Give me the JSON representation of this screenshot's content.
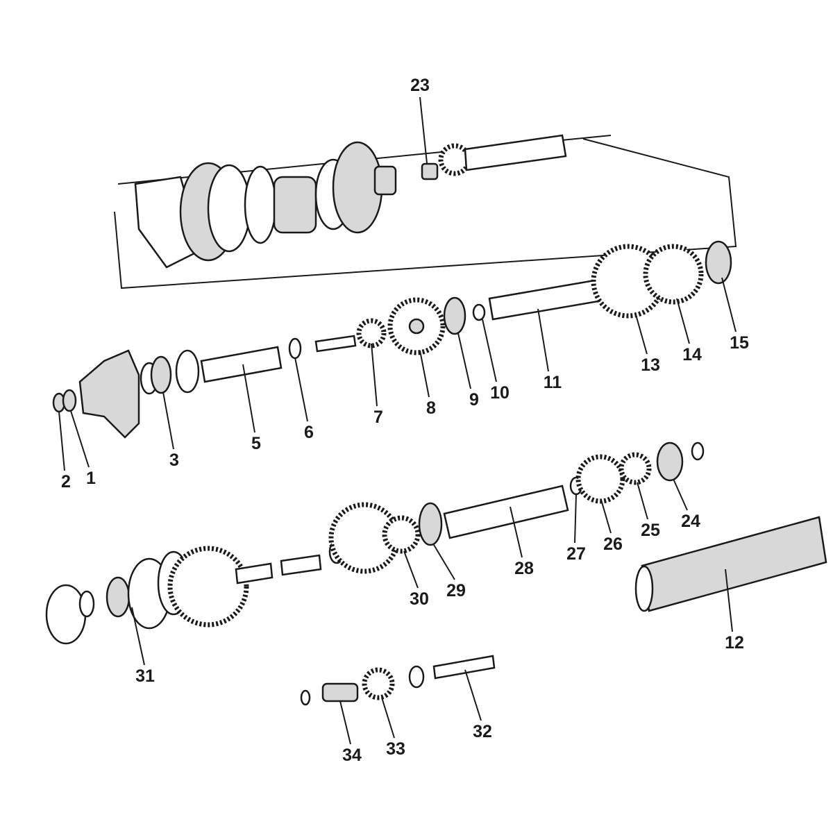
{
  "diagram": {
    "type": "exploded-parts-diagram",
    "callouts": [
      "1",
      "2",
      "3",
      "5",
      "6",
      "7",
      "8",
      "9",
      "10",
      "11",
      "12",
      "13",
      "14",
      "15",
      "23",
      "24",
      "25",
      "26",
      "27",
      "28",
      "29",
      "30",
      "31",
      "32",
      "33",
      "34"
    ]
  }
}
